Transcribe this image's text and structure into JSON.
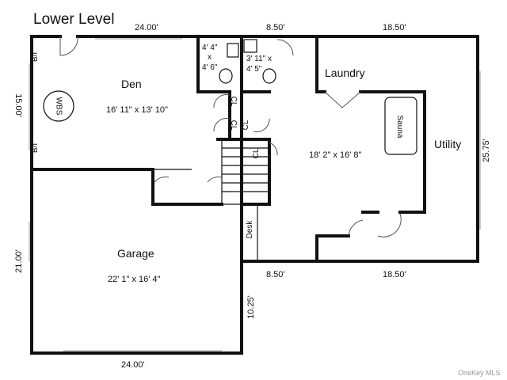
{
  "title": "Lower Level",
  "rooms": {
    "den": {
      "name": "Den",
      "size": "16' 11\" x 13' 10\""
    },
    "laundry": {
      "name": "Laundry"
    },
    "utility": {
      "name": "Utility"
    },
    "garage": {
      "name": "Garage",
      "size": "22' 1\" x 16' 4\""
    },
    "central": {
      "size": "18' 2\" x 16' 8\""
    },
    "sauna": {
      "name": "Sauna"
    },
    "desk": {
      "name": "Desk"
    },
    "wbs": {
      "name": "WBS"
    }
  },
  "baths": {
    "bath1": {
      "line1": "4' 4\"",
      "line2": "x",
      "line3": "4' 6\""
    },
    "bath2": {
      "line1": "3' 11\" x",
      "line2": "4' 5\""
    }
  },
  "labels": {
    "closet": "CL",
    "built_in": "B/I"
  },
  "dimensions": {
    "top_left": "24.00'",
    "top_mid": "8.50'",
    "top_right": "18.50'",
    "left_upper": "15.00'",
    "left_lower": "21.00'",
    "right": "25.75'",
    "mid_lower": "8.50'",
    "right_lower": "18.50'",
    "garage_side": "10.25'",
    "bottom": "24.00'"
  },
  "watermark": "OneKey MLS"
}
